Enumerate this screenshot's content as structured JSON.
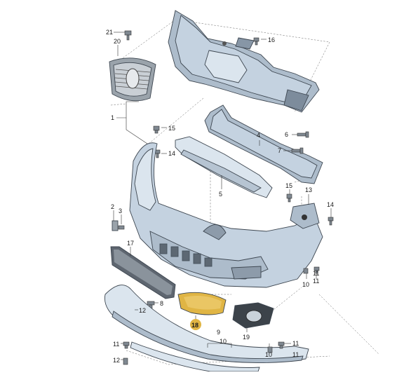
{
  "diagram": {
    "callouts": [
      "21",
      "20",
      "16",
      "1",
      "15",
      "14",
      "4",
      "6",
      "7",
      "5",
      "2",
      "3",
      "15",
      "13",
      "14",
      "17",
      "12",
      "8",
      "18",
      "9",
      "10",
      "19",
      "10",
      "11",
      "11",
      "11",
      "11",
      "10",
      "11",
      "12"
    ],
    "highlight_color": "#e0b544",
    "part_color": "#c4d2e0"
  }
}
